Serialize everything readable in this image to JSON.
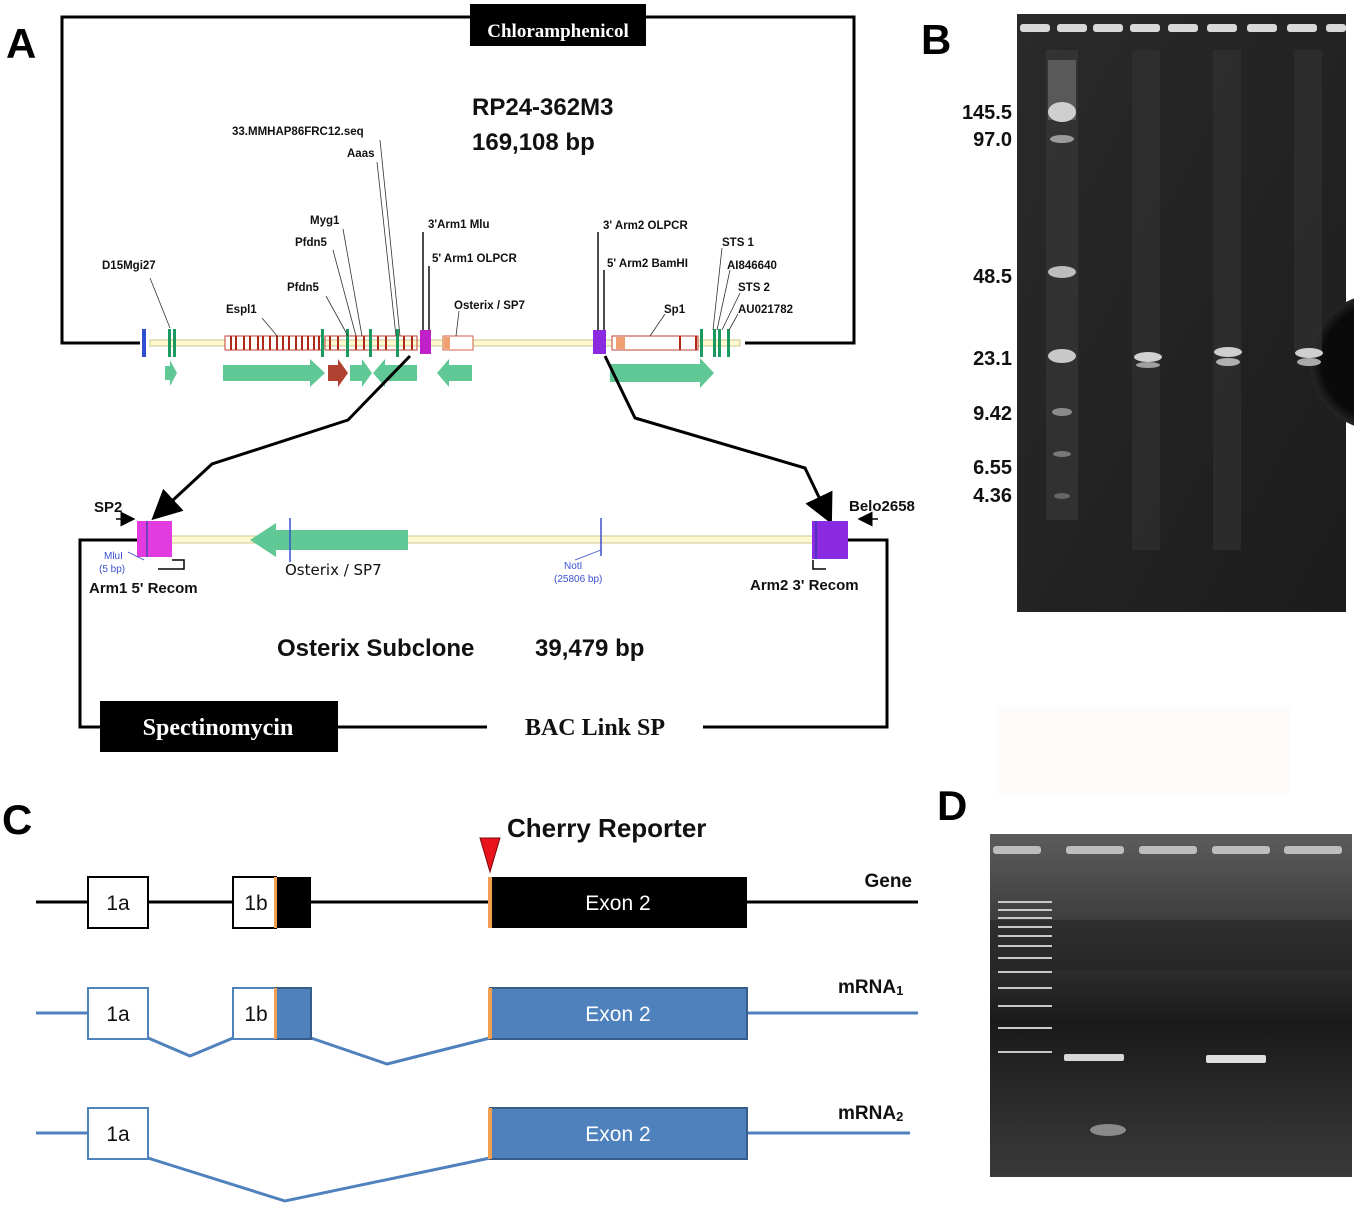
{
  "panels": {
    "a": "A",
    "b": "B",
    "c": "C",
    "d": "D"
  },
  "panel_a": {
    "chloramphenicol": "Chloramphenicol",
    "bac_name": "RP24-362M3",
    "bac_size": "169,108 bp",
    "loci": [
      "D15Mgi27",
      "Espl1",
      "Pfdn5",
      "Pfdn5",
      "Myg1",
      "33.MMHAP86FRC12.seq",
      "Aaas",
      "3'Arm1 Mlu",
      "5' Arm1 OLPCR",
      "Osterix / SP7",
      "3' Arm2 OLPCR",
      "5' Arm2 BamHI",
      "Sp1",
      "STS 1",
      "AI846640",
      "STS 2",
      "AU021782"
    ],
    "sp2": "SP2",
    "mlu": "MluI",
    "mlu_pos": "(5 bp)",
    "arm1": "Arm1 5' Recom",
    "osterix": "Osterix / SP7",
    "not": "NotI",
    "not_pos": "(25806 bp)",
    "belo": "Belo2658",
    "arm2": "Arm2 3' Recom",
    "subclone": "Osterix Subclone",
    "subclone_size": "39,479 bp",
    "spectinomycin": "Spectinomycin",
    "bac_link": "BAC Link SP"
  },
  "panel_b": {
    "markers": [
      "145.5",
      "97.0",
      "48.5",
      "23.1",
      "9.42",
      "6.55",
      "4.36"
    ]
  },
  "panel_c": {
    "reporter": "Cherry Reporter",
    "rows": [
      {
        "label": "Gene",
        "exons": [
          "1a",
          "1b",
          "Exon 2"
        ]
      },
      {
        "label": "mRNA",
        "sub": "1",
        "exons": [
          "1a",
          "1b",
          "Exon 2"
        ]
      },
      {
        "label": "mRNA",
        "sub": "2",
        "exons": [
          "1a",
          "Exon 2"
        ]
      }
    ]
  },
  "colors": {
    "green_arrow": "#5fc894",
    "magenta": "#e23be0",
    "purple": "#8a2be2",
    "exon_blue": "#4f81bd",
    "reporter_red": "#e8131b",
    "orange": "#f0a050"
  }
}
